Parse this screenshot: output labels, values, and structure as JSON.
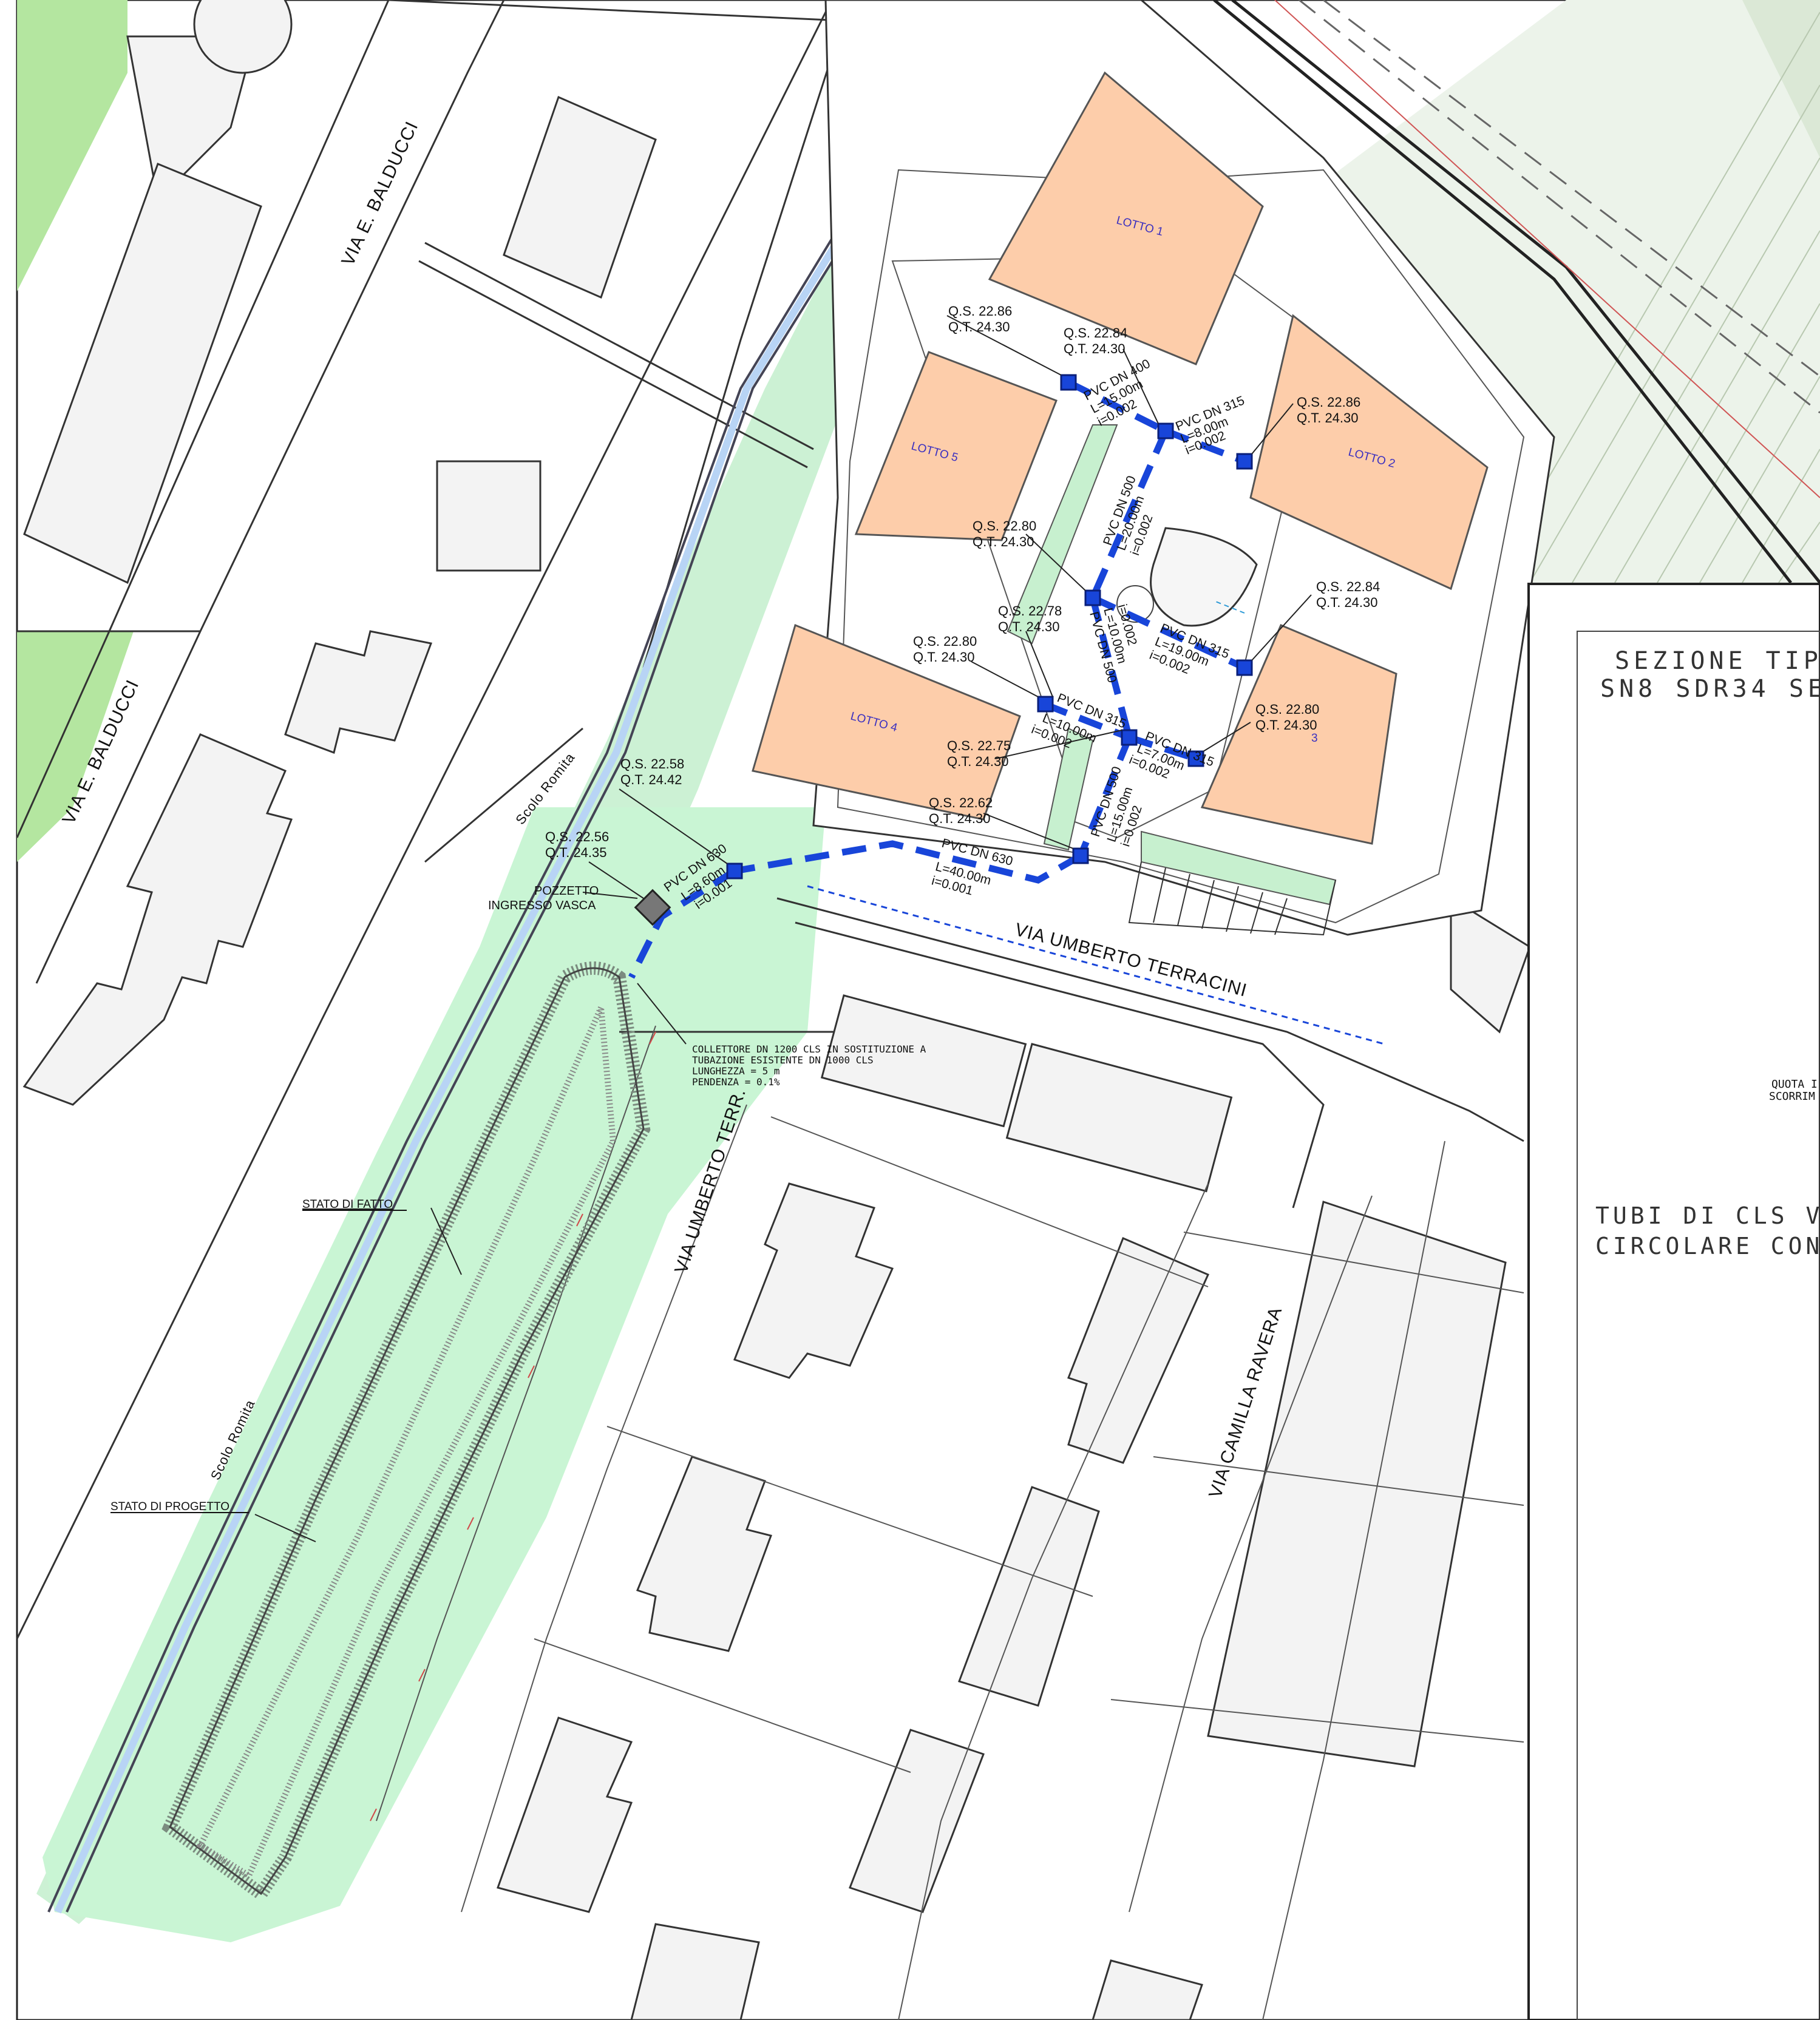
{
  "streets": {
    "balducci": "VIA E. BALDUCCI",
    "terracini": "VIA UMBERTO TERRACINI",
    "terracini_short": "VIA UMBERTO TERR.",
    "ravera": "VIA CAMILLA RAVERA",
    "scolo": "Scolo Romita"
  },
  "lots": [
    "LOTTO 1",
    "LOTTO 2",
    "LOTTO 4",
    "LOTTO 5"
  ],
  "lot3_fragment": "3",
  "quotes": [
    {
      "qs": "Q.S.  22.86",
      "qt": "Q.T.  24.30"
    },
    {
      "qs": "Q.S.  22.84",
      "qt": "Q.T.  24.30"
    },
    {
      "qs": "Q.S.  22.86",
      "qt": "Q.T.  24.30"
    },
    {
      "qs": "Q.S.  22.80",
      "qt": "Q.T.  24.30"
    },
    {
      "qs": "Q.S.  22.84",
      "qt": "Q.T.  24.30"
    },
    {
      "qs": "Q.S.  22.78",
      "qt": "Q.T.  24.30"
    },
    {
      "qs": "Q.S.  22.80",
      "qt": "Q.T.  24.30"
    },
    {
      "qs": "Q.S.  22.80",
      "qt": "Q.T.  24.30"
    },
    {
      "qs": "Q.S.  22.75",
      "qt": "Q.T.  24.30"
    },
    {
      "qs": "Q.S.  22.62",
      "qt": "Q.T.  24.30"
    },
    {
      "qs": "Q.S.  22.58",
      "qt": "Q.T.  24.42"
    },
    {
      "qs": "Q.S.  22.56",
      "qt": "Q.T.  24.35"
    }
  ],
  "pipes": [
    {
      "name": "PVC DN 400",
      "len": "L=15.00m",
      "slope": "i=0.002"
    },
    {
      "name": "PVC DN 315",
      "len": "L=8.00m",
      "slope": "i=0.002"
    },
    {
      "name": "PVC DN 500",
      "len": "L=20.00m",
      "slope": "i=0.002"
    },
    {
      "name": "PVC DN 315",
      "len": "L=19.00m",
      "slope": "i=0.002"
    },
    {
      "name": "PVC DN 500",
      "len": "L=10.00m",
      "slope": "i=0.002"
    },
    {
      "name": "PVC DN 315",
      "len": "L=10.00m",
      "slope": "i=0.002"
    },
    {
      "name": "PVC DN 315",
      "len": "L=7.00m",
      "slope": "i=0.002"
    },
    {
      "name": "PVC DN 500",
      "len": "L=15.00m",
      "slope": "i=0.002"
    },
    {
      "name": "PVC DN 630",
      "len": "L=40.00m",
      "slope": "i=0.001"
    },
    {
      "name": "PVC DN 630",
      "len": "L=8.60m",
      "slope": "i=0.001"
    }
  ],
  "pozzetto": {
    "line1": "POZZETTO",
    "line2": "INGRESSO VASCA"
  },
  "collettore": [
    "COLLETTORE DN 1200 CLS IN SOSTITUZIONE A",
    "TUBAZIONE ESISTENTE DN 1000 CLS",
    "LUNGHEZZA = 5 m",
    "PENDENZA = 0.1%"
  ],
  "stato_fatto": "STATO DI FATTO",
  "stato_progetto": "STATO DI PROGETTO",
  "section_panel": {
    "title1": "SEZIONE TIPO",
    "title2": "SN8 SDR34 SE",
    "quota1": "QUOTA I",
    "quota2": "SCORRIM",
    "tubi1": "TUBI DI CLS V",
    "tubi2": "CIRCOLARE CON"
  },
  "colors": {
    "lot": "#fdcdaa",
    "pipe": "#1845d9",
    "basin": "#c9f5d4",
    "green": "#b4e6a0",
    "rail": "#dbe8d6"
  }
}
